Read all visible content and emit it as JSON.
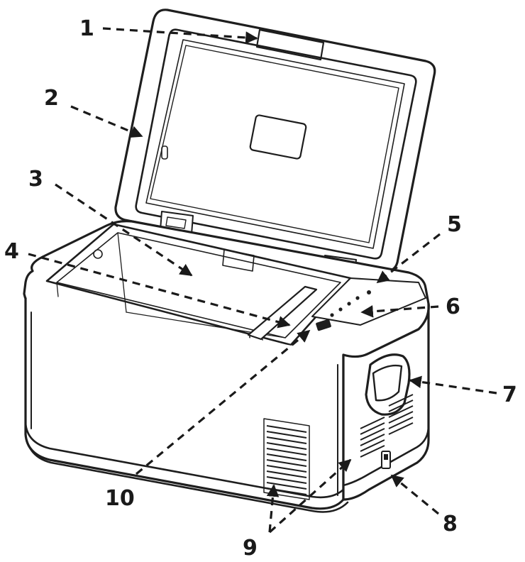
{
  "diagram": {
    "subject": "portable car fridge / cooler, exploded-callout view",
    "colors": {
      "line": "#1e1e1e",
      "background": "#ffffff"
    },
    "callouts": [
      {
        "id": "1",
        "label": "1"
      },
      {
        "id": "2",
        "label": "2"
      },
      {
        "id": "3",
        "label": "3"
      },
      {
        "id": "4",
        "label": "4"
      },
      {
        "id": "5",
        "label": "5"
      },
      {
        "id": "6",
        "label": "6"
      },
      {
        "id": "7",
        "label": "7"
      },
      {
        "id": "8",
        "label": "8"
      },
      {
        "id": "9",
        "label": "9"
      },
      {
        "id": "10",
        "label": "10"
      }
    ]
  }
}
